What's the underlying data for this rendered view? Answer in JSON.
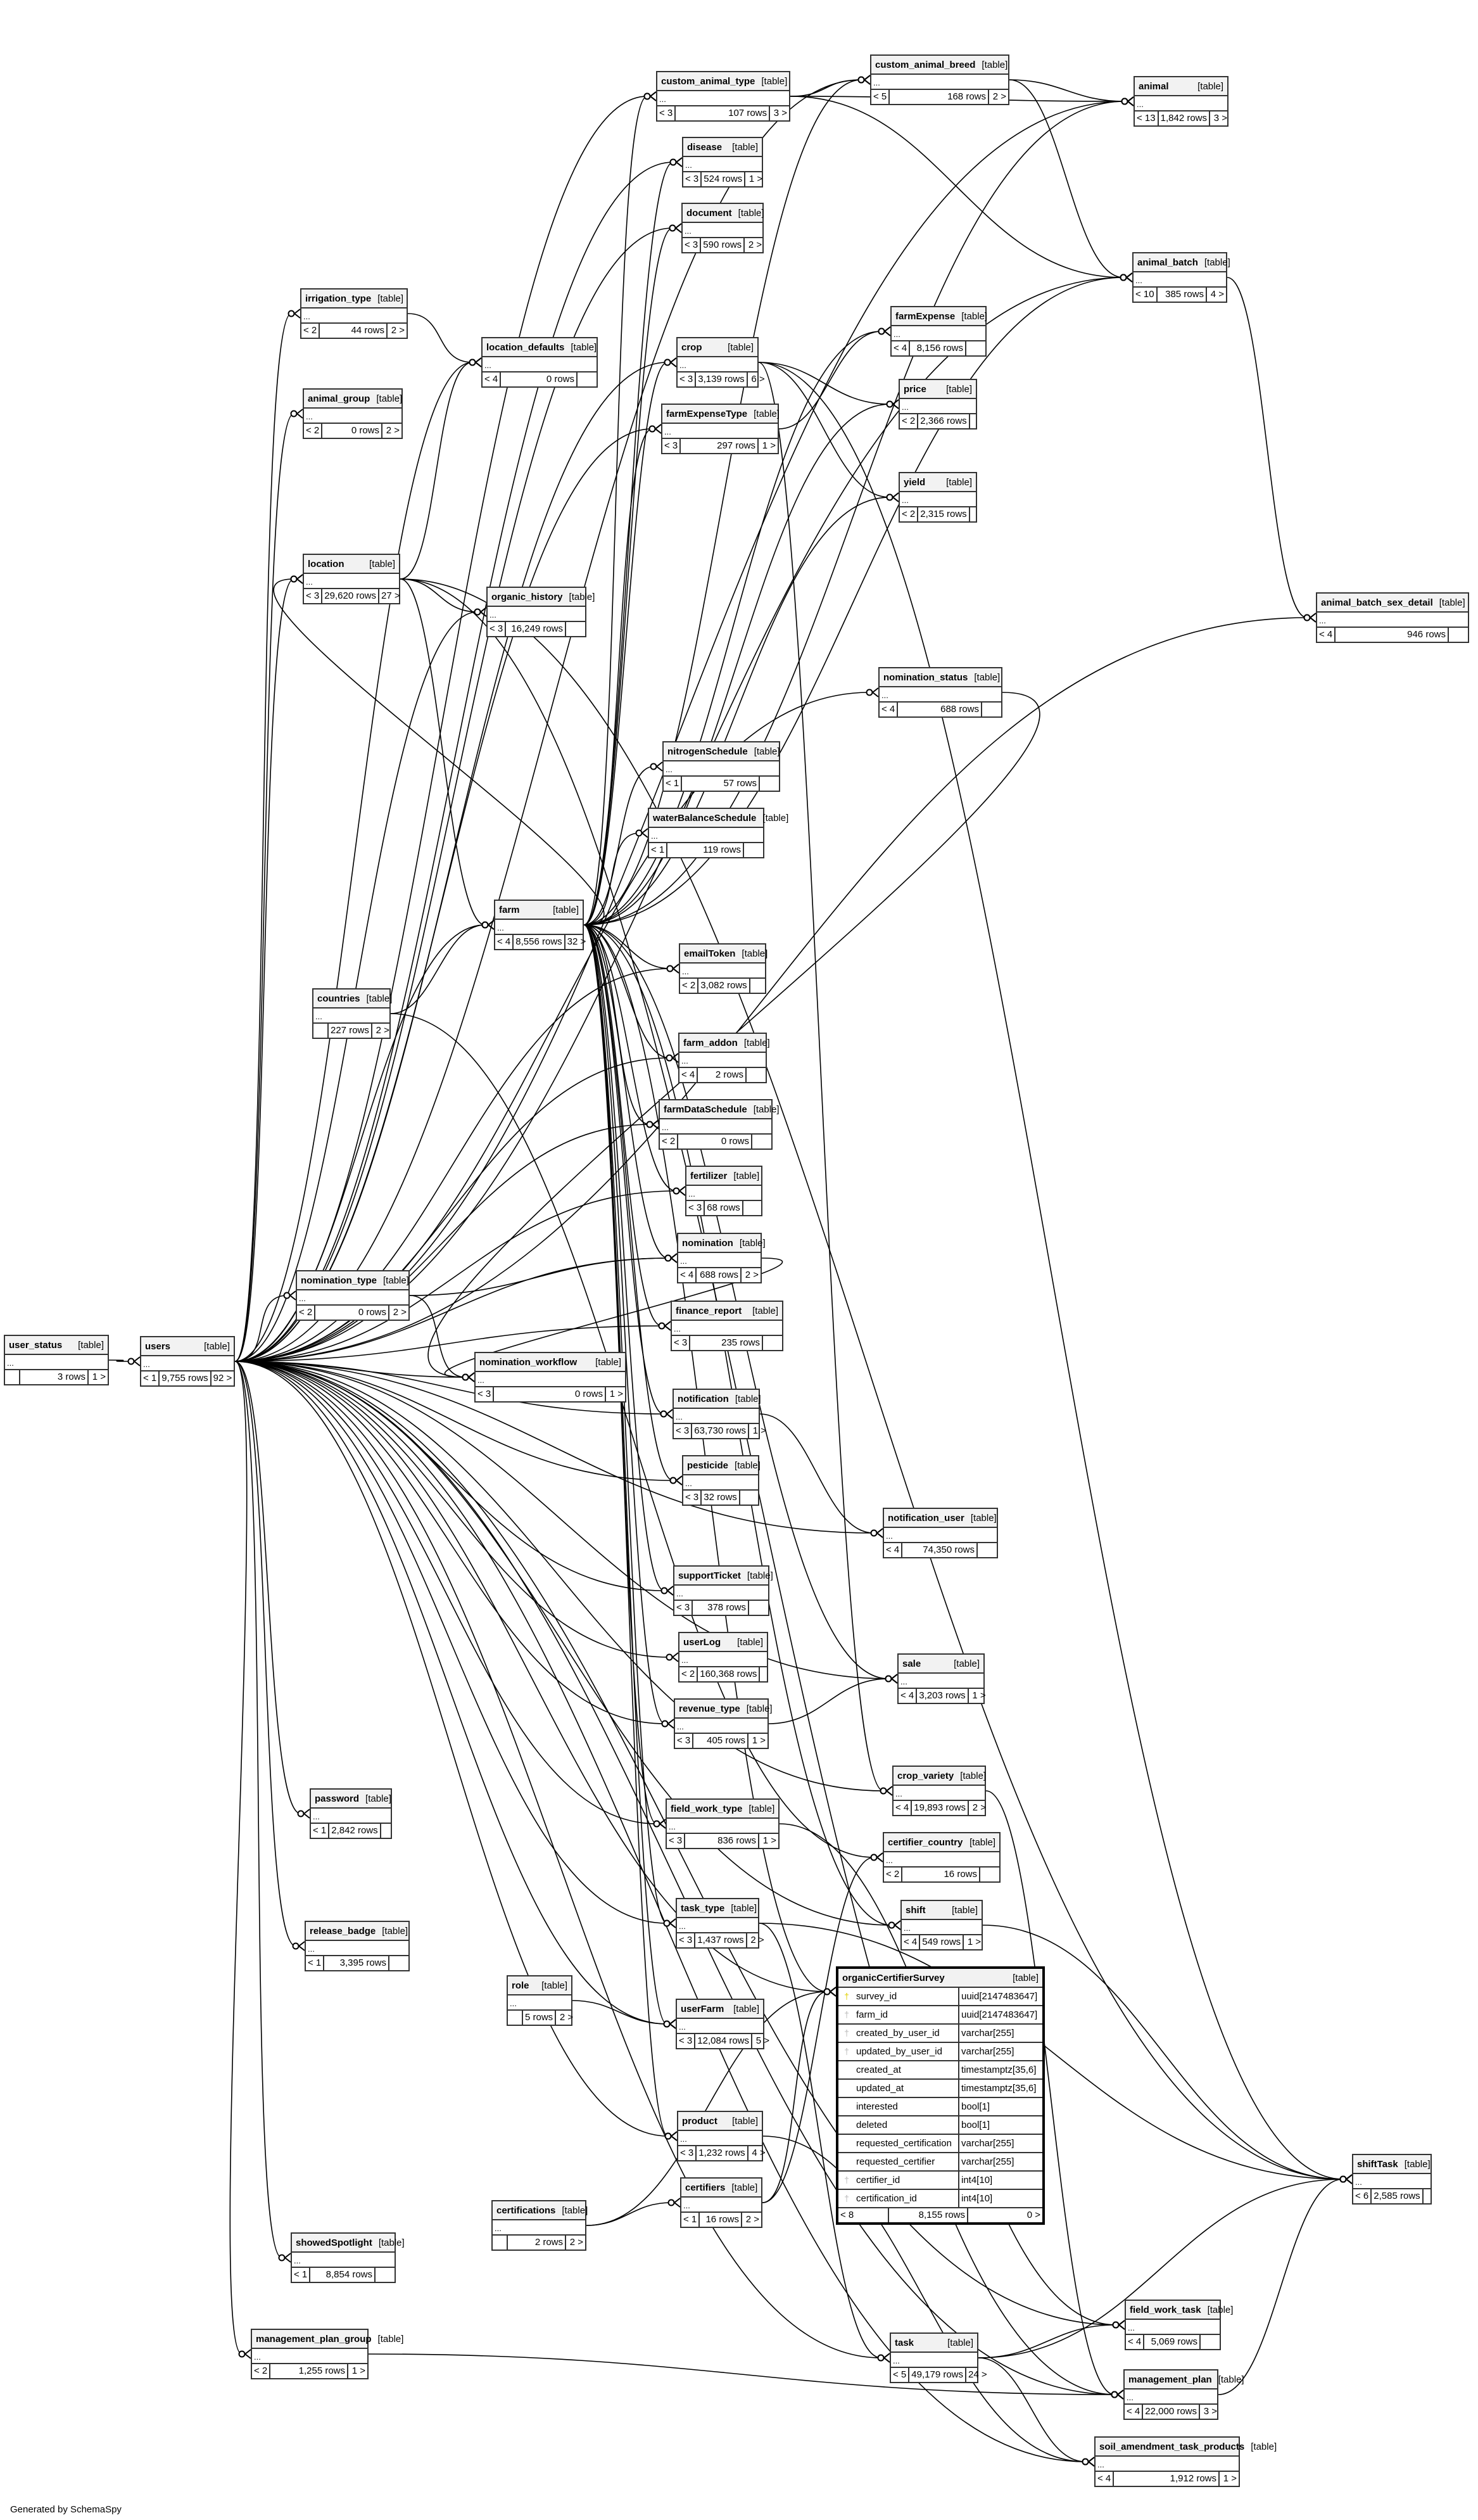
{
  "footer": "Generated by SchemaSpy",
  "type_label": "[table]",
  "tables": [
    {
      "id": "custom_animal_breed",
      "name": "custom_animal_breed",
      "left": "< 5",
      "rows": "168 rows",
      "right": "2 >"
    },
    {
      "id": "custom_animal_type",
      "name": "custom_animal_type",
      "left": "< 3",
      "rows": "107 rows",
      "right": "3 >"
    },
    {
      "id": "animal",
      "name": "animal",
      "left": "< 13",
      "rows": "1,842 rows",
      "right": "3 >"
    },
    {
      "id": "disease",
      "name": "disease",
      "left": "< 3",
      "rows": "524 rows",
      "right": "1 >"
    },
    {
      "id": "document",
      "name": "document",
      "left": "< 3",
      "rows": "590 rows",
      "right": "2 >"
    },
    {
      "id": "animal_batch",
      "name": "animal_batch",
      "left": "< 10",
      "rows": "385 rows",
      "right": "4 >"
    },
    {
      "id": "irrigation_type",
      "name": "irrigation_type",
      "left": "< 2",
      "rows": "44 rows",
      "right": "2 >"
    },
    {
      "id": "farmExpense",
      "name": "farmExpense",
      "left": "< 4",
      "rows": "8,156 rows",
      "right": ""
    },
    {
      "id": "location_defaults",
      "name": "location_defaults",
      "left": "< 4",
      "rows": "0 rows",
      "right": ""
    },
    {
      "id": "crop",
      "name": "crop",
      "left": "< 3",
      "rows": "3,139 rows",
      "right": "6 >"
    },
    {
      "id": "price",
      "name": "price",
      "left": "< 2",
      "rows": "2,366 rows",
      "right": ""
    },
    {
      "id": "animal_group",
      "name": "animal_group",
      "left": "< 2",
      "rows": "0 rows",
      "right": "2 >"
    },
    {
      "id": "farmExpenseType",
      "name": "farmExpenseType",
      "left": "< 3",
      "rows": "297 rows",
      "right": "1 >"
    },
    {
      "id": "yield",
      "name": "yield",
      "left": "< 2",
      "rows": "2,315 rows",
      "right": ""
    },
    {
      "id": "location",
      "name": "location",
      "left": "< 3",
      "rows": "29,620 rows",
      "right": "27 >"
    },
    {
      "id": "organic_history",
      "name": "organic_history",
      "left": "< 3",
      "rows": "16,249 rows",
      "right": ""
    },
    {
      "id": "animal_batch_sex_detail",
      "name": "animal_batch_sex_detail",
      "left": "< 4",
      "rows": "946 rows",
      "right": ""
    },
    {
      "id": "nomination_status",
      "name": "nomination_status",
      "left": "< 4",
      "rows": "688 rows",
      "right": ""
    },
    {
      "id": "nitrogenSchedule",
      "name": "nitrogenSchedule",
      "left": "< 1",
      "rows": "57 rows",
      "right": ""
    },
    {
      "id": "waterBalanceSchedule",
      "name": "waterBalanceSchedule",
      "left": "< 1",
      "rows": "119 rows",
      "right": ""
    },
    {
      "id": "farm",
      "name": "farm",
      "left": "< 4",
      "rows": "8,556 rows",
      "right": "32 >"
    },
    {
      "id": "emailToken",
      "name": "emailToken",
      "left": "< 2",
      "rows": "3,082 rows",
      "right": ""
    },
    {
      "id": "countries",
      "name": "countries",
      "left": "",
      "rows": "227 rows",
      "right": "2 >"
    },
    {
      "id": "farm_addon",
      "name": "farm_addon",
      "left": "< 4",
      "rows": "2 rows",
      "right": ""
    },
    {
      "id": "farmDataSchedule",
      "name": "farmDataSchedule",
      "left": "< 2",
      "rows": "0 rows",
      "right": ""
    },
    {
      "id": "fertilizer",
      "name": "fertilizer",
      "left": "< 3",
      "rows": "68 rows",
      "right": ""
    },
    {
      "id": "nomination",
      "name": "nomination",
      "left": "< 4",
      "rows": "688 rows",
      "right": "2 >"
    },
    {
      "id": "nomination_type",
      "name": "nomination_type",
      "left": "< 2",
      "rows": "0 rows",
      "right": "2 >"
    },
    {
      "id": "finance_report",
      "name": "finance_report",
      "left": "< 3",
      "rows": "235 rows",
      "right": ""
    },
    {
      "id": "user_status",
      "name": "user_status",
      "left": "",
      "rows": "3 rows",
      "right": "1 >"
    },
    {
      "id": "users",
      "name": "users",
      "left": "< 1",
      "rows": "9,755 rows",
      "right": "92 >"
    },
    {
      "id": "nomination_workflow",
      "name": "nomination_workflow",
      "left": "< 3",
      "rows": "0 rows",
      "right": "1 >"
    },
    {
      "id": "notification",
      "name": "notification",
      "left": "< 3",
      "rows": "63,730 rows",
      "right": "1 >"
    },
    {
      "id": "pesticide",
      "name": "pesticide",
      "left": "< 3",
      "rows": "32 rows",
      "right": ""
    },
    {
      "id": "notification_user",
      "name": "notification_user",
      "left": "< 4",
      "rows": "74,350 rows",
      "right": ""
    },
    {
      "id": "supportTicket",
      "name": "supportTicket",
      "left": "< 3",
      "rows": "378 rows",
      "right": ""
    },
    {
      "id": "userLog",
      "name": "userLog",
      "left": "< 2",
      "rows": "160,368 rows",
      "right": ""
    },
    {
      "id": "sale",
      "name": "sale",
      "left": "< 4",
      "rows": "3,203 rows",
      "right": "1 >"
    },
    {
      "id": "revenue_type",
      "name": "revenue_type",
      "left": "< 3",
      "rows": "405 rows",
      "right": "1 >"
    },
    {
      "id": "password",
      "name": "password",
      "left": "< 1",
      "rows": "2,842 rows",
      "right": ""
    },
    {
      "id": "crop_variety",
      "name": "crop_variety",
      "left": "< 4",
      "rows": "19,893 rows",
      "right": "2 >"
    },
    {
      "id": "field_work_type",
      "name": "field_work_type",
      "left": "< 3",
      "rows": "836 rows",
      "right": "1 >"
    },
    {
      "id": "certifier_country",
      "name": "certifier_country",
      "left": "< 2",
      "rows": "16 rows",
      "right": ""
    },
    {
      "id": "release_badge",
      "name": "release_badge",
      "left": "< 1",
      "rows": "3,395 rows",
      "right": ""
    },
    {
      "id": "task_type",
      "name": "task_type",
      "left": "< 3",
      "rows": "1,437 rows",
      "right": "2 >"
    },
    {
      "id": "shift",
      "name": "shift",
      "left": "< 4",
      "rows": "549 rows",
      "right": "1 >"
    },
    {
      "id": "role",
      "name": "role",
      "left": "",
      "rows": "5 rows",
      "right": "2 >"
    },
    {
      "id": "userFarm",
      "name": "userFarm",
      "left": "< 3",
      "rows": "12,084 rows",
      "right": "5 >"
    },
    {
      "id": "product",
      "name": "product",
      "left": "< 3",
      "rows": "1,232 rows",
      "right": "4 >"
    },
    {
      "id": "certifiers",
      "name": "certifiers",
      "left": "< 1",
      "rows": "16 rows",
      "right": "2 >"
    },
    {
      "id": "certifications",
      "name": "certifications",
      "left": "",
      "rows": "2 rows",
      "right": "2 >"
    },
    {
      "id": "showedSpotlight",
      "name": "showedSpotlight",
      "left": "< 1",
      "rows": "8,854 rows",
      "right": ""
    },
    {
      "id": "shiftTask",
      "name": "shiftTask",
      "left": "< 6",
      "rows": "2,585 rows",
      "right": ""
    },
    {
      "id": "field_work_task",
      "name": "field_work_task",
      "left": "< 4",
      "rows": "5,069 rows",
      "right": ""
    },
    {
      "id": "management_plan_group",
      "name": "management_plan_group",
      "left": "< 2",
      "rows": "1,255 rows",
      "right": "1 >"
    },
    {
      "id": "task",
      "name": "task",
      "left": "< 5",
      "rows": "49,179 rows",
      "right": "24 >"
    },
    {
      "id": "management_plan",
      "name": "management_plan",
      "left": "< 4",
      "rows": "22,000 rows",
      "right": "3 >"
    },
    {
      "id": "soil_amendment_task_products",
      "name": "soil_amendment_task_products",
      "left": "< 4",
      "rows": "1,912 rows",
      "right": "1 >"
    }
  ],
  "focus_table": {
    "name": "organicCertifierSurvey",
    "columns": [
      {
        "name": "survey_id",
        "type": "uuid[2147483647]",
        "key": "primary"
      },
      {
        "name": "farm_id",
        "type": "uuid[2147483647]",
        "key": "foreign"
      },
      {
        "name": "created_by_user_id",
        "type": "varchar[255]",
        "key": "foreign"
      },
      {
        "name": "updated_by_user_id",
        "type": "varchar[255]",
        "key": "foreign"
      },
      {
        "name": "created_at",
        "type": "timestamptz[35,6]",
        "key": ""
      },
      {
        "name": "updated_at",
        "type": "timestamptz[35,6]",
        "key": ""
      },
      {
        "name": "interested",
        "type": "bool[1]",
        "key": ""
      },
      {
        "name": "deleted",
        "type": "bool[1]",
        "key": ""
      },
      {
        "name": "requested_certification",
        "type": "varchar[255]",
        "key": ""
      },
      {
        "name": "requested_certifier",
        "type": "varchar[255]",
        "key": ""
      },
      {
        "name": "certifier_id",
        "type": "int4[10]",
        "key": "foreign"
      },
      {
        "name": "certification_id",
        "type": "int4[10]",
        "key": "foreign"
      }
    ],
    "left": "< 8",
    "rows": "8,155 rows",
    "right": "0 >"
  },
  "relationships": [
    [
      "user_status",
      "users"
    ],
    [
      "users",
      "farm"
    ],
    [
      "users",
      "custom_animal_type"
    ],
    [
      "users",
      "custom_animal_breed"
    ],
    [
      "users",
      "animal"
    ],
    [
      "users",
      "animal_batch"
    ],
    [
      "users",
      "disease"
    ],
    [
      "users",
      "document"
    ],
    [
      "users",
      "irrigation_type"
    ],
    [
      "users",
      "location_defaults"
    ],
    [
      "users",
      "crop"
    ],
    [
      "users",
      "animal_group"
    ],
    [
      "users",
      "farmExpenseType"
    ],
    [
      "users",
      "location"
    ],
    [
      "users",
      "organic_history"
    ],
    [
      "users",
      "animal_batch_sex_detail"
    ],
    [
      "users",
      "nomination_status"
    ],
    [
      "users",
      "emailToken"
    ],
    [
      "users",
      "farm_addon"
    ],
    [
      "users",
      "farmDataSchedule"
    ],
    [
      "users",
      "fertilizer"
    ],
    [
      "users",
      "nomination"
    ],
    [
      "users",
      "nomination_type"
    ],
    [
      "users",
      "finance_report"
    ],
    [
      "users",
      "nomination_workflow"
    ],
    [
      "users",
      "notification"
    ],
    [
      "users",
      "pesticide"
    ],
    [
      "users",
      "notification_user"
    ],
    [
      "users",
      "supportTicket"
    ],
    [
      "users",
      "userLog"
    ],
    [
      "users",
      "sale"
    ],
    [
      "users",
      "revenue_type"
    ],
    [
      "users",
      "password"
    ],
    [
      "users",
      "crop_variety"
    ],
    [
      "users",
      "field_work_type"
    ],
    [
      "users",
      "release_badge"
    ],
    [
      "users",
      "task_type"
    ],
    [
      "users",
      "shift"
    ],
    [
      "users",
      "userFarm"
    ],
    [
      "users",
      "product"
    ],
    [
      "users",
      "showedSpotlight"
    ],
    [
      "users",
      "management_plan_group"
    ],
    [
      "users",
      "task"
    ],
    [
      "users",
      "management_plan"
    ],
    [
      "users",
      "soil_amendment_task_products"
    ],
    [
      "users",
      "field_work_task"
    ],
    [
      "users",
      "organicCertifierSurvey"
    ],
    [
      "farm",
      "custom_animal_type"
    ],
    [
      "farm",
      "custom_animal_breed"
    ],
    [
      "farm",
      "animal"
    ],
    [
      "farm",
      "animal_batch"
    ],
    [
      "farm",
      "disease"
    ],
    [
      "farm",
      "document"
    ],
    [
      "farm",
      "crop"
    ],
    [
      "farm",
      "farmExpense"
    ],
    [
      "farm",
      "farmExpenseType"
    ],
    [
      "farm",
      "location"
    ],
    [
      "farm",
      "nitrogenSchedule"
    ],
    [
      "farm",
      "waterBalanceSchedule"
    ],
    [
      "farm",
      "emailToken"
    ],
    [
      "farm",
      "farm_addon"
    ],
    [
      "farm",
      "farmDataSchedule"
    ],
    [
      "farm",
      "fertilizer"
    ],
    [
      "farm",
      "nomination"
    ],
    [
      "farm",
      "finance_report"
    ],
    [
      "farm",
      "notification"
    ],
    [
      "farm",
      "pesticide"
    ],
    [
      "farm",
      "supportTicket"
    ],
    [
      "farm",
      "revenue_type"
    ],
    [
      "farm",
      "sale"
    ],
    [
      "farm",
      "field_work_type"
    ],
    [
      "farm",
      "task_type"
    ],
    [
      "farm",
      "shift"
    ],
    [
      "farm",
      "userFarm"
    ],
    [
      "farm",
      "product"
    ],
    [
      "farm",
      "organicCertifierSurvey"
    ],
    [
      "farm",
      "price"
    ],
    [
      "farm",
      "yield"
    ],
    [
      "countries",
      "farm"
    ],
    [
      "countries",
      "certifier_country"
    ],
    [
      "custom_animal_type",
      "custom_animal_breed"
    ],
    [
      "custom_animal_type",
      "animal"
    ],
    [
      "custom_animal_type",
      "animal_batch"
    ],
    [
      "custom_animal_breed",
      "animal"
    ],
    [
      "custom_animal_breed",
      "animal_batch"
    ],
    [
      "animal_batch",
      "animal_batch_sex_detail"
    ],
    [
      "irrigation_type",
      "location_defaults"
    ],
    [
      "location",
      "location_defaults"
    ],
    [
      "location",
      "organic_history"
    ],
    [
      "location",
      "management_plan"
    ],
    [
      "location",
      "farm"
    ],
    [
      "crop",
      "price"
    ],
    [
      "crop",
      "yield"
    ],
    [
      "crop",
      "crop_variety"
    ],
    [
      "farmExpenseType",
      "farmExpense"
    ],
    [
      "nomination_status",
      "nomination_workflow"
    ],
    [
      "nomination_type",
      "nomination"
    ],
    [
      "nomination_type",
      "nomination_workflow"
    ],
    [
      "nomination",
      "nomination_workflow"
    ],
    [
      "notification",
      "notification_user"
    ],
    [
      "revenue_type",
      "sale"
    ],
    [
      "crop_variety",
      "management_plan"
    ],
    [
      "field_work_type",
      "field_work_task"
    ],
    [
      "task_type",
      "task"
    ],
    [
      "task_type",
      "shiftTask"
    ],
    [
      "shift",
      "shiftTask"
    ],
    [
      "role",
      "userFarm"
    ],
    [
      "product",
      "soil_amendment_task_products"
    ],
    [
      "certifiers",
      "organicCertifierSurvey"
    ],
    [
      "certifiers",
      "certifier_country"
    ],
    [
      "certifications",
      "certifiers"
    ],
    [
      "certifications",
      "organicCertifierSurvey"
    ],
    [
      "task",
      "field_work_task"
    ],
    [
      "task",
      "soil_amendment_task_products"
    ],
    [
      "task",
      "shiftTask"
    ],
    [
      "management_plan",
      "shiftTask"
    ],
    [
      "management_plan_group",
      "management_plan"
    ],
    [
      "location",
      "shiftTask"
    ],
    [
      "crop",
      "shiftTask"
    ]
  ]
}
